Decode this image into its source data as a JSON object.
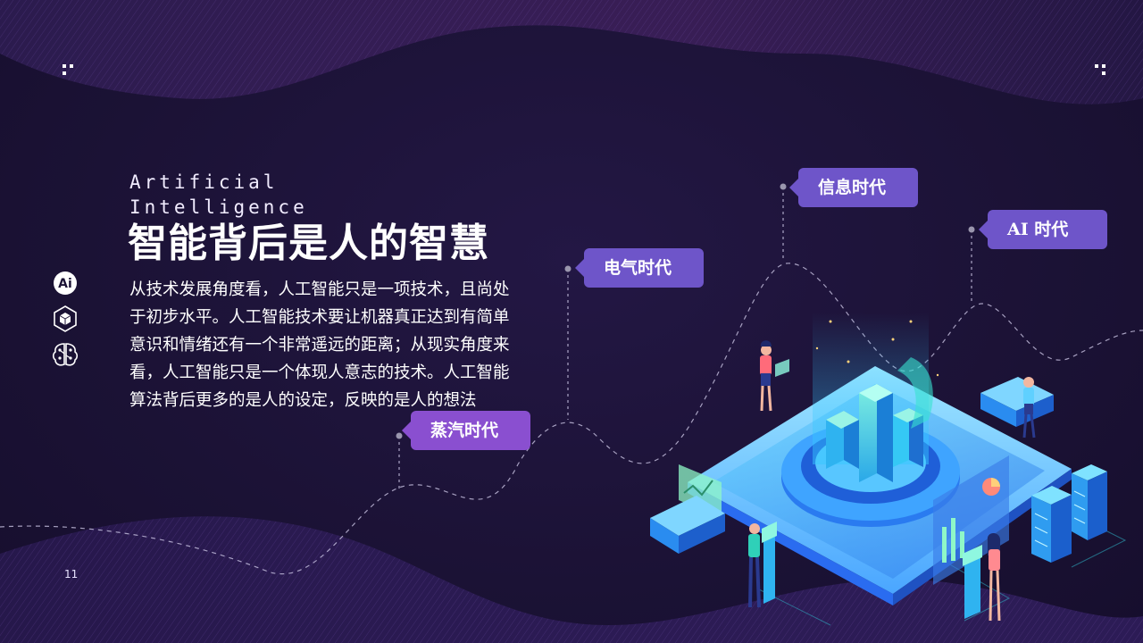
{
  "slide": {
    "subtitle": "Artificial Intelligence",
    "title": "智能背后是人的智慧",
    "body": "从技术发展角度看，人工智能只是一项技术，且尚处于初步水平。人工智能技术要让机器真正达到有简单意识和情绪还有一个非常遥远的距离；从现实角度来看，人工智能只是一个体现人意志的技术。人工智能算法背后更多的是人的设定，反映的是人的想法",
    "page_number": "11"
  },
  "side_icons": [
    {
      "icon": "ai-badge-icon",
      "label": "Ai"
    },
    {
      "icon": "cube-hexagon-icon"
    },
    {
      "icon": "brain-circuit-icon"
    }
  ],
  "timeline": {
    "eras": [
      {
        "label": "蒸汽时代"
      },
      {
        "label": "电气时代"
      },
      {
        "label": "信息时代"
      },
      {
        "label": "AI 时代"
      }
    ]
  },
  "colors": {
    "background": "#1b1235",
    "era_label": "#6e55c9",
    "era_label_first": "#8a4fd0",
    "accent_cyan": "#35c8ff",
    "accent_blue": "#2a6cf0"
  }
}
